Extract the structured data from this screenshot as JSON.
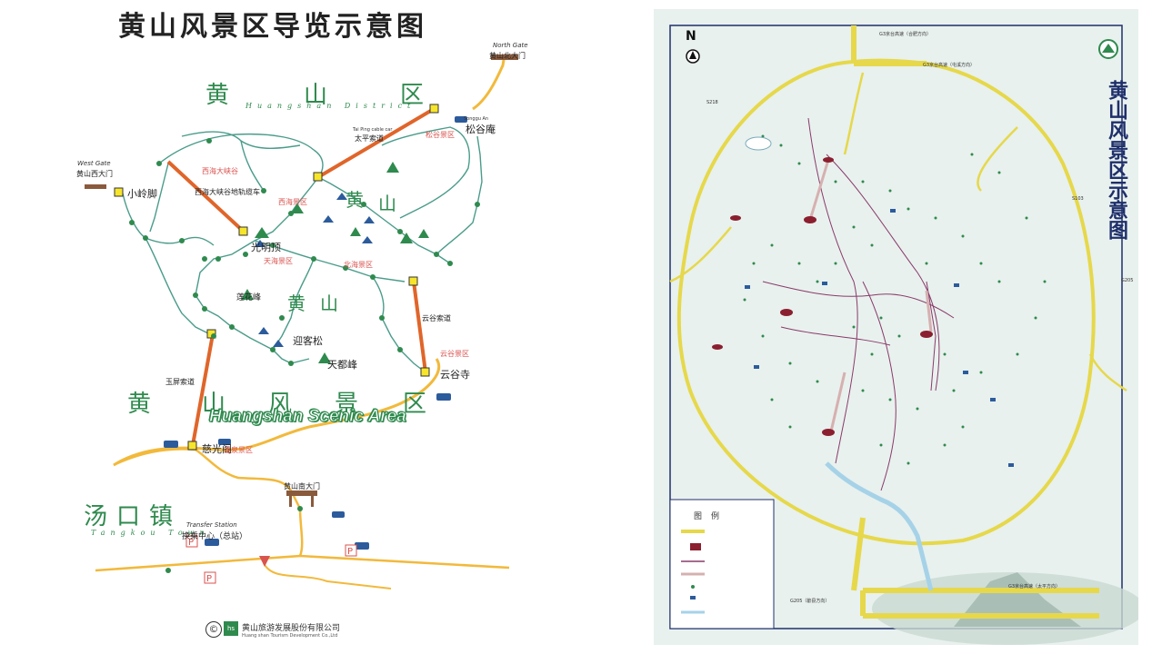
{
  "left_map": {
    "title": "黄山风景区导览示意图",
    "region_district": [
      "黄",
      "山",
      "区"
    ],
    "region_district_en": "Huangshan District",
    "region_scenic": [
      "黄",
      "山",
      "风",
      "景",
      "区"
    ],
    "region_scenic_en": "Huangshan Scenic Area",
    "region_town": [
      "汤",
      "口",
      "镇"
    ],
    "region_town_en": "Tangkou Town",
    "peak_labels": [
      "黄",
      "山"
    ],
    "places": {
      "north_gate_en": "North Gate",
      "north_gate": "黄山北大门",
      "west_gate_en": "West Gate",
      "west_gate": "黄山西大门",
      "songgu_en": "Songgu An",
      "songgu": "松谷庵",
      "taiping_cable_en": "Tai Ping cable car",
      "taiping_cable": "太平索道",
      "xiaolingjiao": "小岭脚",
      "xihai_cable": "西海大峡谷地轨缆车",
      "xihai_valley": "西海大峡谷",
      "guangmingding": "光明顶",
      "tianhai": "天海景区",
      "beihai": "北海景区",
      "xihai": "西海景区",
      "lianhua": "莲花峰",
      "yingkesong": "迎客松",
      "tiandu": "天都峰",
      "yungu_cable": "云谷索道",
      "yungu_temple": "云谷寺",
      "yungu_area": "云谷景区",
      "yuping_cable": "玉屏索道",
      "ciguang": "慈光阁",
      "wenquan": "温泉景区",
      "south_gate": "黄山南大门",
      "transfer_station_en": "Transfer Station",
      "transfer_station": "换乘中心（总站）",
      "songgu_scenic": "松谷景区",
      "company": "黄山旅游发展股份有限公司",
      "company_en": "Huang shan Tourism Development Co.,Ltd"
    }
  },
  "right_map": {
    "title_chars": [
      "黄",
      "山",
      "风",
      "景",
      "区",
      "示",
      "意",
      "图"
    ],
    "north": "N",
    "legend_title": "图例",
    "road_labels": [
      "G3京台高速（合肥方向）",
      "G3京台高速（屯溪方向）",
      "G205（歙县方向）",
      "G3京台高速（太平方向）",
      "S218",
      "S103",
      "G205"
    ]
  }
}
